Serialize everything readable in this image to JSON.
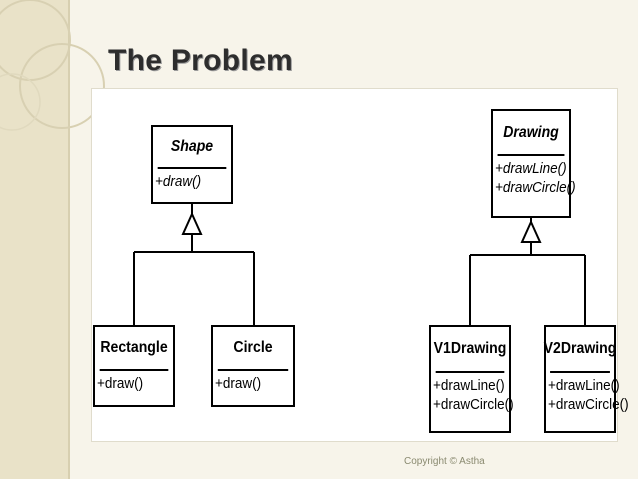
{
  "slide": {
    "title": "The Problem",
    "copyright": "Copyright © Astha"
  },
  "diagram": {
    "classes": {
      "shape": {
        "name": "Shape",
        "methods": [
          "+draw()"
        ],
        "abstract": true
      },
      "rectangle": {
        "name": "Rectangle",
        "methods": [
          "+draw()"
        ],
        "abstract": false
      },
      "circle": {
        "name": "Circle",
        "methods": [
          "+draw()"
        ],
        "abstract": false
      },
      "drawing": {
        "name": "Drawing",
        "methods": [
          "+drawLine()",
          "+drawCircle()"
        ],
        "abstract": true
      },
      "v1drawing": {
        "name": "V1Drawing",
        "methods": [
          "+drawLine()",
          "+drawCircle()"
        ],
        "abstract": false
      },
      "v2drawing": {
        "name": "V2Drawing",
        "methods": [
          "+drawLine()",
          "+drawCircle()"
        ],
        "abstract": false
      }
    },
    "relations": [
      {
        "type": "inheritance",
        "child": "rectangle",
        "parent": "shape"
      },
      {
        "type": "inheritance",
        "child": "circle",
        "parent": "shape"
      },
      {
        "type": "inheritance",
        "child": "v1drawing",
        "parent": "drawing"
      },
      {
        "type": "inheritance",
        "child": "v2drawing",
        "parent": "drawing"
      }
    ]
  },
  "colors": {
    "background": "#f7f4ea",
    "title_text": "#2d2d2d",
    "diagram_line": "#000000"
  }
}
